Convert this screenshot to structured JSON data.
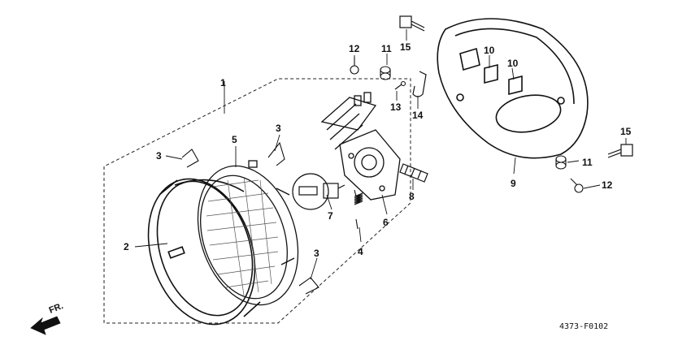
{
  "diagram": {
    "drawing_code": "4373-F0102",
    "direction_label": "FR.",
    "callouts": [
      {
        "id": "c1",
        "text": "1"
      },
      {
        "id": "c2",
        "text": "2"
      },
      {
        "id": "c3a",
        "text": "3"
      },
      {
        "id": "c3b",
        "text": "3"
      },
      {
        "id": "c3c",
        "text": "3"
      },
      {
        "id": "c4",
        "text": "4"
      },
      {
        "id": "c5",
        "text": "5"
      },
      {
        "id": "c6",
        "text": "6"
      },
      {
        "id": "c7",
        "text": "7"
      },
      {
        "id": "c8",
        "text": "8"
      },
      {
        "id": "c9",
        "text": "9"
      },
      {
        "id": "c10a",
        "text": "10"
      },
      {
        "id": "c10b",
        "text": "10"
      },
      {
        "id": "c11a",
        "text": "11"
      },
      {
        "id": "c11b",
        "text": "11"
      },
      {
        "id": "c12a",
        "text": "12"
      },
      {
        "id": "c12b",
        "text": "12"
      },
      {
        "id": "c13",
        "text": "13"
      },
      {
        "id": "c14",
        "text": "14"
      },
      {
        "id": "c15a",
        "text": "15"
      },
      {
        "id": "c15b",
        "text": "15"
      }
    ]
  }
}
